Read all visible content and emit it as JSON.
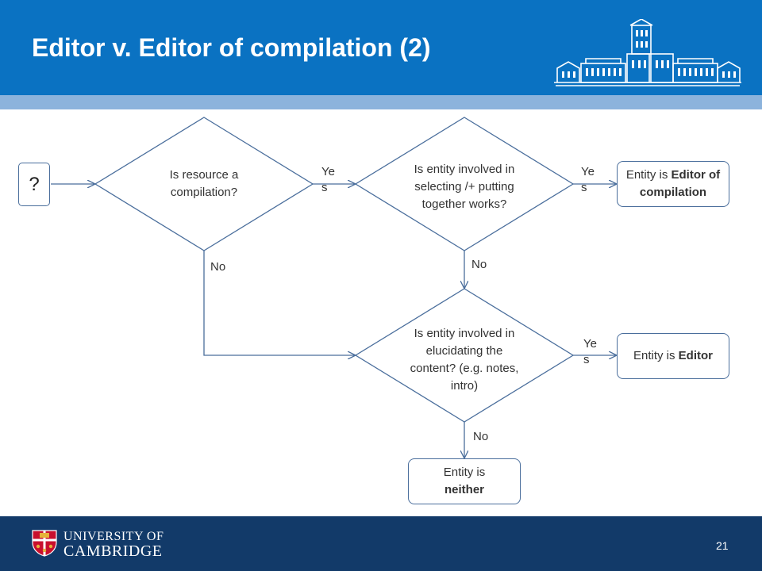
{
  "slide": {
    "title": "Editor v. Editor of compilation (2)",
    "page_number": "21"
  },
  "footer": {
    "logo_line1": "UNIVERSITY OF",
    "logo_line2": "CAMBRIDGE"
  },
  "flowchart": {
    "start": "?",
    "decision_compilation": "Is resource a compilation?",
    "decision_selecting": "Is entity involved in selecting /+ putting together works?",
    "decision_elucidating": "Is entity involved in elucidating the content? (e.g. notes, intro)",
    "result_editor_of_compilation": {
      "prefix": "Entity is ",
      "bold": "Editor of compilation"
    },
    "result_editor": {
      "prefix": "Entity is ",
      "bold": "Editor"
    },
    "result_neither": {
      "prefix": "Entity is ",
      "bold": "neither"
    },
    "labels": {
      "yes_1": "Yes",
      "yes_2": "Yes",
      "yes_3": "Yes",
      "no_1": "No",
      "no_2": "No",
      "no_3": "No"
    }
  },
  "colors": {
    "header_blue": "#0a72c2",
    "stripe_light_blue": "#8cb3dc",
    "footer_navy": "#123a69",
    "connector": "#4a6e9c"
  }
}
